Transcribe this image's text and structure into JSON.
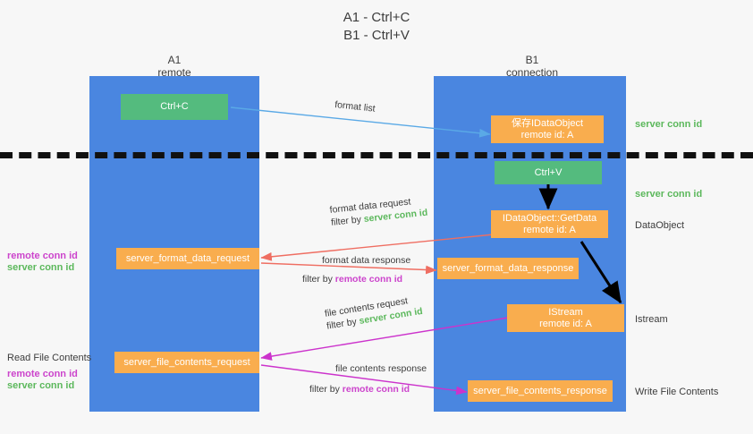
{
  "title": {
    "line1": "A1 - Ctrl+C",
    "line2": "B1 - Ctrl+V"
  },
  "lanes": [
    {
      "id": "a1",
      "name": "A1",
      "sub": "remote",
      "color": "#4a86e0"
    },
    {
      "id": "b1",
      "name": "B1",
      "sub": "connection",
      "color": "#4a86e0"
    }
  ],
  "boxes": [
    {
      "id": "ctrl-c",
      "label": "Ctrl+C",
      "sub": "",
      "color": "#54bb7e"
    },
    {
      "id": "save-idataobject",
      "label": "保存IDataObject",
      "sub": "remote id: A",
      "color": "#f9ad4e"
    },
    {
      "id": "ctrl-v",
      "label": "Ctrl+V",
      "sub": "",
      "color": "#54bb7e"
    },
    {
      "id": "getdata",
      "label": "IDataObject::GetData",
      "sub": "remote id: A",
      "color": "#f9ad4e"
    },
    {
      "id": "fmt-req",
      "label": "server_format_data_request",
      "sub": "",
      "color": "#f9ad4e"
    },
    {
      "id": "fmt-resp",
      "label": "server_format_data_response",
      "sub": "",
      "color": "#f9ad4e"
    },
    {
      "id": "istream",
      "label": "IStream",
      "sub": "remote id: A",
      "color": "#f9ad4e"
    },
    {
      "id": "file-req",
      "label": "server_file_contents_request",
      "sub": "",
      "color": "#f9ad4e"
    },
    {
      "id": "file-resp",
      "label": "server_file_contents_response",
      "sub": "",
      "color": "#f9ad4e"
    }
  ],
  "arrow_labels": {
    "format_list": "format list",
    "fmt_req_line1": "format data request",
    "fmt_req_filter_prefix": "filter by ",
    "fmt_req_filter_value": "server conn id",
    "fmt_resp_line1": "format data response",
    "fmt_resp_filter_prefix": "filter by ",
    "fmt_resp_filter_value": "remote conn id",
    "file_req_line1": "file contents request",
    "file_req_filter_prefix": "filter by ",
    "file_req_filter_value": "server conn id",
    "file_resp_line1": "file contents response",
    "file_resp_filter_prefix": "filter by ",
    "file_resp_filter_value": "remote conn id"
  },
  "side_labels": {
    "right_server_conn_1": "server conn id",
    "right_server_conn_2": "server conn id",
    "right_dataobject": "DataObject",
    "right_istream": "Istream",
    "right_write_file": "Write File Contents",
    "left_remote_conn_1": "remote conn id",
    "left_server_conn_1": "server conn id",
    "left_read_file": "Read File Contents",
    "left_remote_conn_2": "remote conn id",
    "left_server_conn_2": "server conn id"
  },
  "colors": {
    "lane": "#4a86e0",
    "orange": "#f9ad4e",
    "green_box": "#54bb7e",
    "green_text": "#5cb85c",
    "purple_text": "#cc44cc",
    "arrow_blue": "#5aa9e6",
    "arrow_red": "#ef6e62",
    "arrow_magenta": "#cc33cc",
    "arrow_black": "#000000",
    "background": "#f7f7f7"
  }
}
